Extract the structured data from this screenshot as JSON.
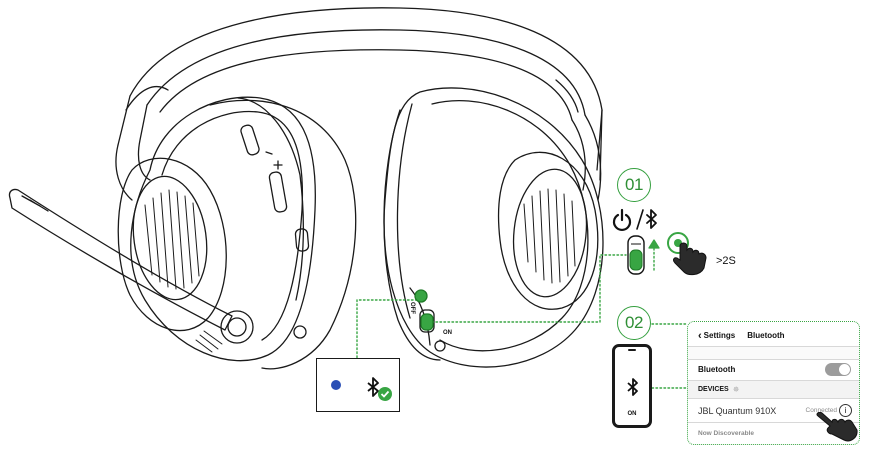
{
  "steps": [
    {
      "number": "01"
    },
    {
      "number": "02"
    }
  ],
  "press_hold": {
    "duration": ">2S"
  },
  "switch_labels": {
    "off": "OFF",
    "on": "ON"
  },
  "phone": {
    "label": "ON"
  },
  "settings": {
    "back": "Settings",
    "title": "Bluetooth",
    "bluetooth_label": "Bluetooth",
    "bluetooth_enabled": true,
    "devices_header": "DEVICES",
    "device_name": "JBL Quantum 910X",
    "device_status": "Connected",
    "discoverable": "Now Discoverable"
  },
  "colors": {
    "accent_green": "#38a543",
    "status_led_blue": "#2a4fb5",
    "outline": "#1a1a1a"
  },
  "icons": [
    "power-icon",
    "bluetooth-icon",
    "check-icon",
    "hand-pointer-icon",
    "info-icon",
    "chevron-left-icon",
    "spinner-icon"
  ]
}
